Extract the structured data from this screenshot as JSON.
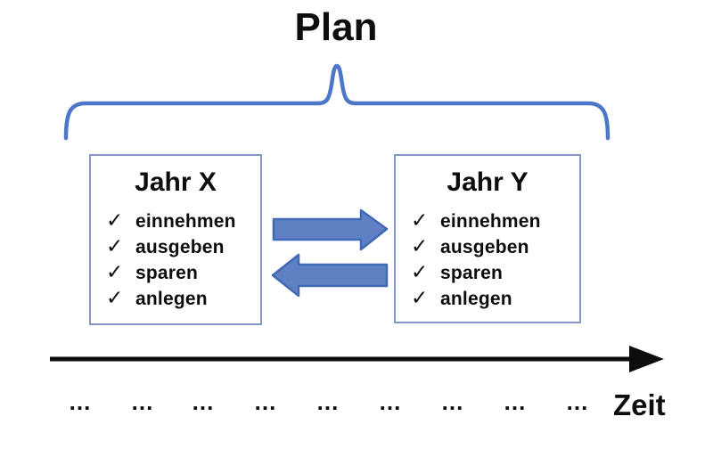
{
  "title": {
    "text": "Plan"
  },
  "boxes": [
    {
      "title": "Jahr X",
      "items": [
        "einnehmen",
        "ausgeben",
        "sparen",
        "anlegen"
      ]
    },
    {
      "title": "Jahr Y",
      "items": [
        "einnehmen",
        "ausgeben",
        "sparen",
        "anlegen"
      ]
    }
  ],
  "icons": {
    "check": "✓",
    "brace": "horizontal-curly-brace",
    "arrow_right": "block-arrow-right",
    "arrow_left": "block-arrow-left",
    "timeline": "black-arrow-right"
  },
  "timeline": {
    "label": "Zeit",
    "dots": [
      "...",
      "...",
      "...",
      "...",
      "...",
      "...",
      "...",
      "...",
      "..."
    ]
  },
  "colors": {
    "accent_blue": "#4C77C9",
    "arrow_fill": "#6080C4",
    "arrow_stroke": "#4068B4",
    "box_border": "#8496C5",
    "text": "#0d0d0d",
    "background": "#FFFFFF"
  }
}
